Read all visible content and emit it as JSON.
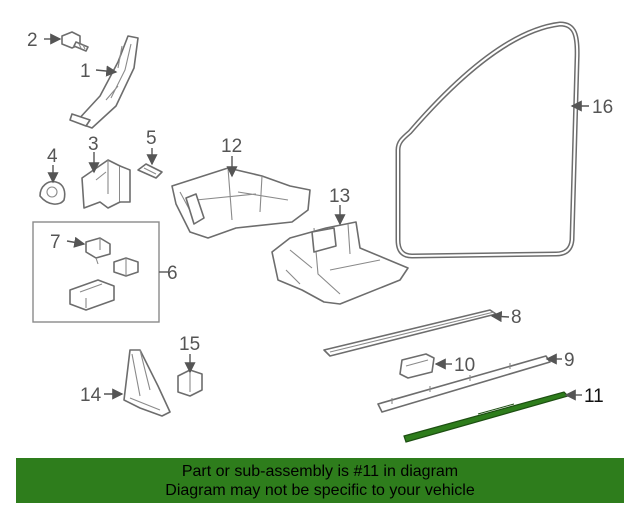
{
  "colors": {
    "highlight_part": "#2e7d1c",
    "banner_bg": "#2e7d1c",
    "line": "#6d6d6d"
  },
  "callouts": {
    "c1": "1",
    "c2": "2",
    "c3": "3",
    "c4": "4",
    "c5": "5",
    "c6": "6",
    "c7": "7",
    "c8": "8",
    "c9": "9",
    "c10": "10",
    "c11": "11",
    "c12": "12",
    "c13": "13",
    "c14": "14",
    "c15": "15",
    "c16": "16"
  },
  "banner": {
    "line1": "Part or sub-assembly is #11 in diagram",
    "line2": "Diagram may not be specific to your vehicle"
  }
}
